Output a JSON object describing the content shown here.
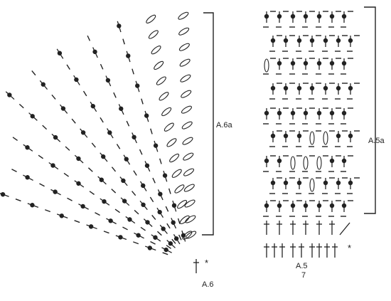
{
  "charts": {
    "a6": {
      "label": "A.6",
      "bracket_label": "A.6a",
      "repeat_mark": "*"
    },
    "a5": {
      "label": "A.5",
      "stitch_count": "7",
      "bracket_label": "A.5a",
      "repeat_mark": "*"
    }
  },
  "legend": {
    "stitch_symbols": [
      "dash-chain",
      "dot-post-stitch",
      "oval-loop",
      "tall-cross-stitch"
    ]
  }
}
